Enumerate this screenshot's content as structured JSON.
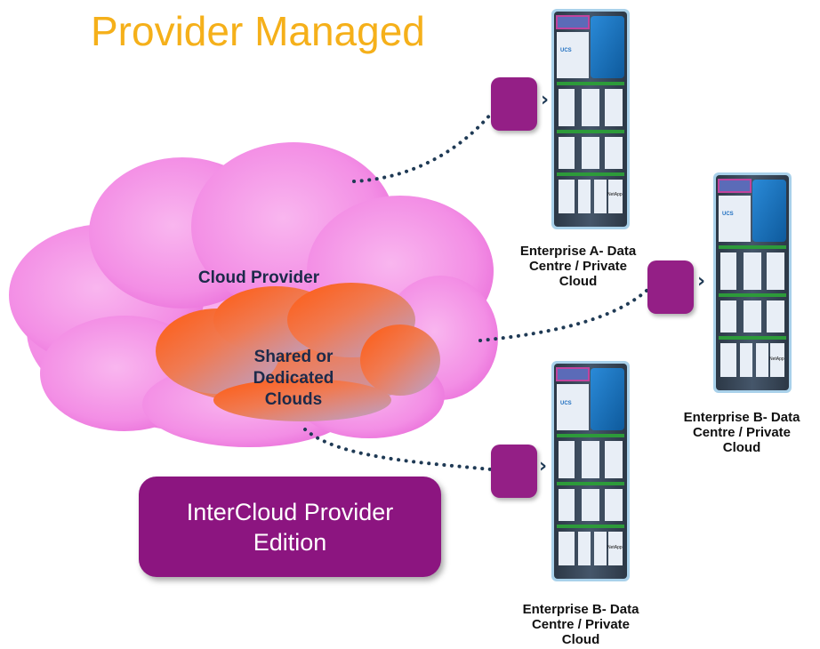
{
  "title": "Provider Managed",
  "clouds": {
    "outer_label": "Cloud Provider",
    "inner_label_lines": [
      "Shared or",
      "Dedicated",
      "Clouds"
    ]
  },
  "edition_box": {
    "lines": [
      "InterCloud Provider",
      "Edition"
    ]
  },
  "enterprises": [
    {
      "lines": [
        "Enterprise A-  Data",
        "Centre / Private",
        "Cloud"
      ]
    },
    {
      "lines": [
        "Enterprise B-  Data",
        "Centre / Private",
        "Cloud"
      ]
    },
    {
      "lines": [
        "Enterprise B-  Data",
        "Centre / Private",
        "Cloud"
      ]
    }
  ],
  "rack": {
    "ucs_label": "UCS",
    "netapp_label": "NetApp"
  },
  "colors": {
    "title": "#f5b01a",
    "outer_cloud": "#f48fe6",
    "inner_cloud_top": "#ff6a1a",
    "inner_cloud_bottom": "#c79ad6",
    "connector": "#941f86",
    "dots": "#1f3a55",
    "rack_frame": "#3a4a5c",
    "rack_blue": "#1673c4"
  }
}
